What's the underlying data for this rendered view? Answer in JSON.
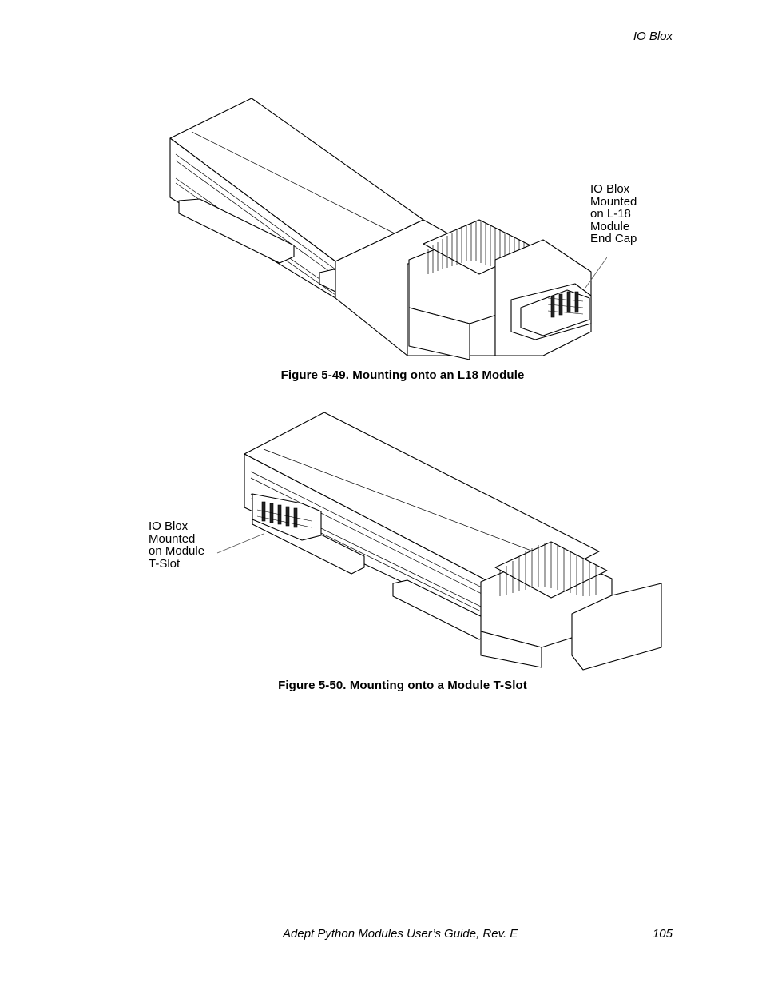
{
  "header": {
    "section_title": "IO Blox"
  },
  "figures": [
    {
      "callout": "IO Blox\nMounted\non L-18\nModule\nEnd Cap",
      "caption": "Figure 5-49. Mounting onto an L18 Module"
    },
    {
      "callout": "IO Blox\nMounted\non Module\nT-Slot",
      "caption": "Figure 5-50. Mounting onto a Module T-Slot"
    }
  ],
  "footer": {
    "document_title": "Adept Python Modules User’s Guide, Rev. E",
    "page_number": "105"
  }
}
